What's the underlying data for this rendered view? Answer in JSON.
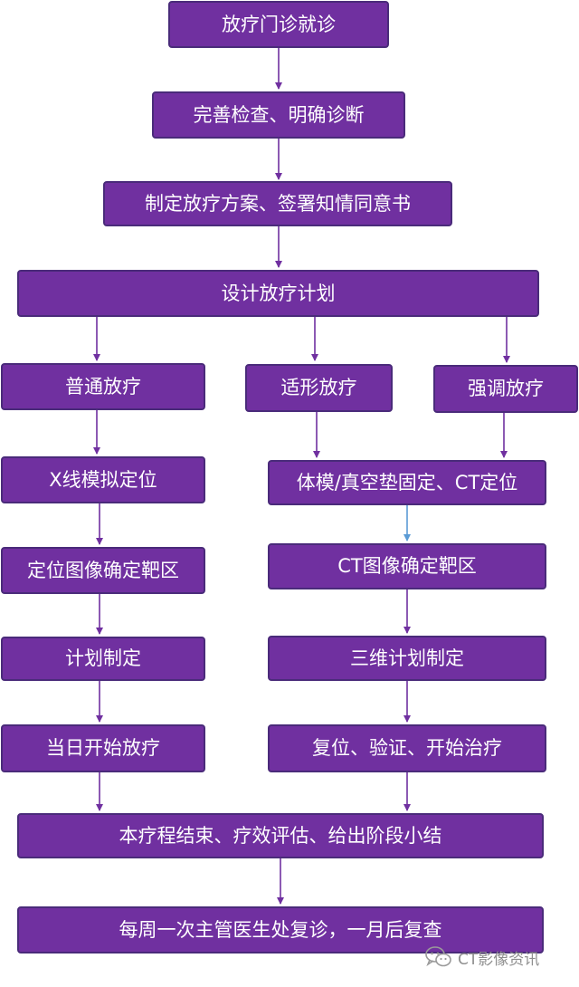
{
  "flow": {
    "start": "放疗门诊就诊",
    "exam": "完善检查、明确诊断",
    "plan_consent": "制定放疗方案、签署知情同意书",
    "design": "设计放疗计划",
    "conventional": {
      "title": "普通放疗",
      "steps": [
        "X线模拟定位",
        "定位图像确定靶区",
        "计划制定",
        "当日开始放疗"
      ]
    },
    "conformal": {
      "title": "适形放疗"
    },
    "intensity": {
      "title": "强调放疗"
    },
    "advanced_steps": [
      "体模/真空垫固定、CT定位",
      "CT图像确定靶区",
      "三维计划制定",
      "复位、验证、开始治疗"
    ],
    "course_end": "本疗程结束、疗效评估、给出阶段小结",
    "follow_up": "每周一次主管医生处复诊，一月后复查"
  },
  "watermark": {
    "text": "CT影像资讯",
    "icon": "wechat-icon"
  },
  "colors": {
    "box_fill": "#7030a0",
    "box_border": "#4a2b7a",
    "arrow": "#7030a0",
    "arrow_alt": "#5b9bd5"
  }
}
